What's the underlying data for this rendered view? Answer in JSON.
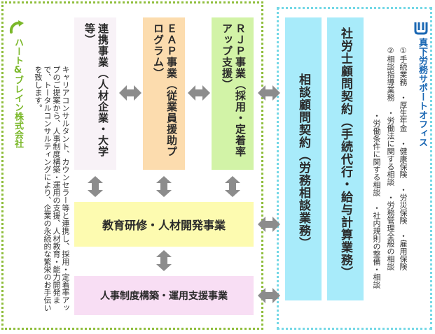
{
  "left_company": {
    "name": "ハート&ブレイン株式会社",
    "description": "キャリアコンサルタント、カウンセラー等と連携し、採用・定着率アップのご提案から、人事制度構築・運用の支援、人材教育・能力開発まで、トータルコンサルティングにより、企業の永続的な繁栄のお手伝いを致します。"
  },
  "boxes": {
    "renkei": "連携事業（人材企業・大学等）",
    "eap": "ＥＡＰ事業（従業員援助プログラム）",
    "rjp": "ＲＪＰ事業（採用・定着率アップ支援）",
    "kyoiku": "教育研修・人材開発事業",
    "jinji": "人事制度構築・運用支援事業",
    "sodan": "相談顧問契約（労務相談業務）",
    "sharoushi": "社労士顧問契約（手続代行・給与計算業務）"
  },
  "right_company": {
    "name": "真下労務サポートオフィス",
    "services": [
      "①手続業務　・厚生年金　・健康保険　・労災保険　・雇用保険",
      "②相談指導業務　・労働法に関する相談　・労務管理全般の相談",
      "・労働条件に関する相談　・社内規則の整備・相談"
    ]
  },
  "colors": {
    "left_frame": "#8fbe3c",
    "right_frame": "#74d8e6",
    "arrow": "#8c8c8c",
    "brand_green": "#7bb82a",
    "brand_blue": "#1a67b3"
  }
}
